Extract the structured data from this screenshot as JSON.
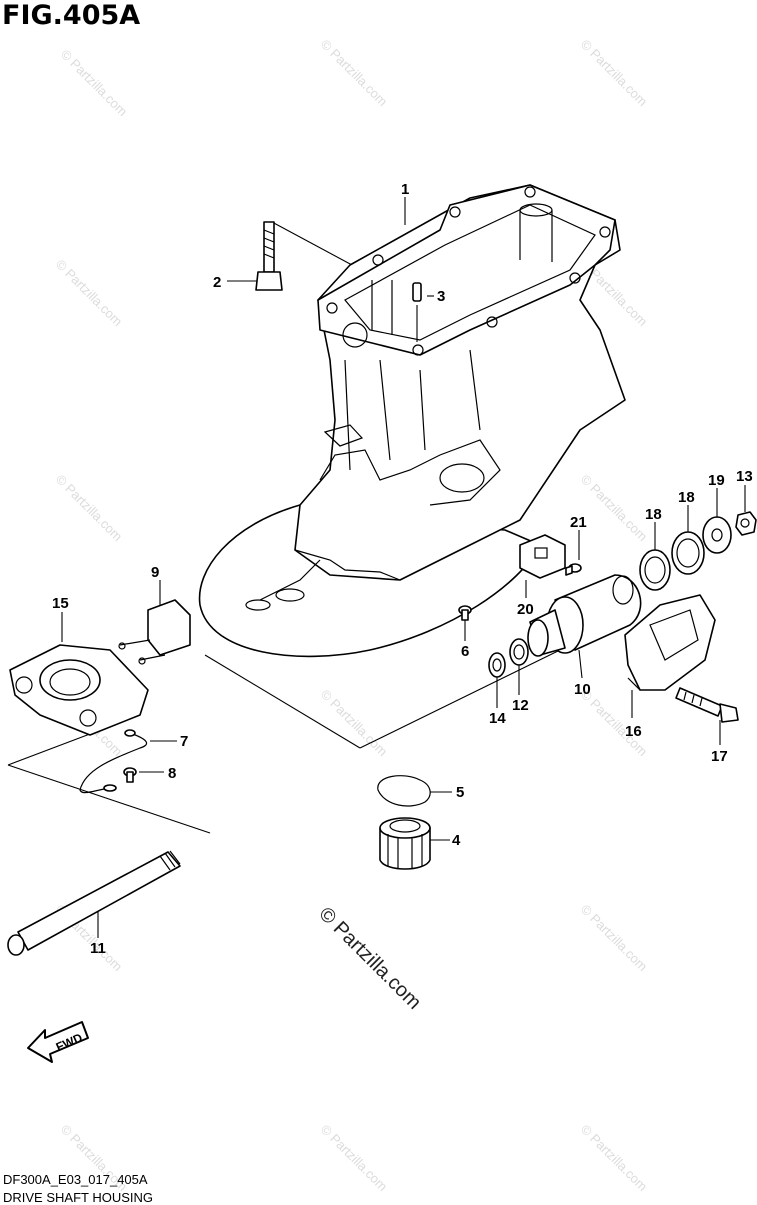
{
  "figure": {
    "title": "FIG.405A",
    "code": "DF300A_E03_017_405A",
    "name": "DRIVE SHAFT HOUSING"
  },
  "callouts": [
    "1",
    "2",
    "3",
    "4",
    "5",
    "6",
    "7",
    "8",
    "9",
    "10",
    "11",
    "12",
    "13",
    "14",
    "15",
    "16",
    "17",
    "18",
    "18",
    "19",
    "20",
    "21"
  ],
  "watermark": {
    "text": "© Partzilla.com",
    "main_text": "© Partzilla.com"
  },
  "direction_badge": {
    "label": "FWD"
  }
}
